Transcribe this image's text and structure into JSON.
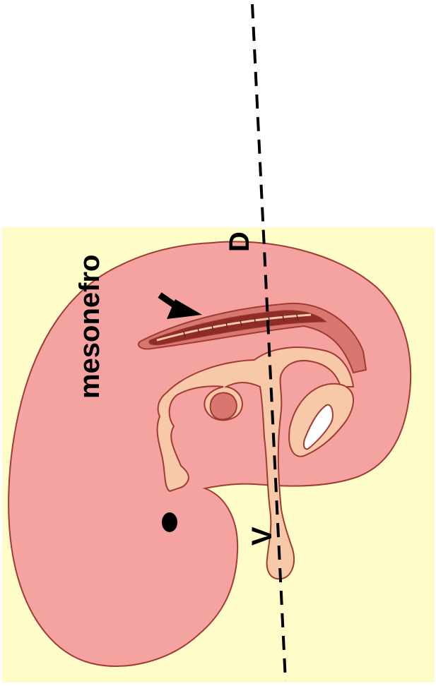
{
  "labels": {
    "organ": "mesonefro",
    "dorsal": "D",
    "ventral": "V"
  },
  "colors": {
    "background": "#fefdca",
    "embryo_body": "#f4a3a1",
    "outline": "#a23a34",
    "gut_tube": "#f7c9a8",
    "mesonephric_strip": "#d7776f",
    "dark_strip": "#8e2d28",
    "cavity": "#ffffff",
    "eye": "#000000",
    "section_line": "#000000"
  },
  "icons": {
    "pointer": "arrow-icon"
  }
}
